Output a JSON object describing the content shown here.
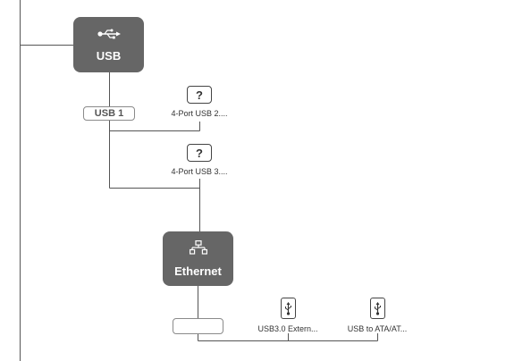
{
  "nodes": {
    "usb": {
      "label": "USB",
      "icon": "usb-icon"
    },
    "ethernet": {
      "label": "Ethernet",
      "icon": "network-icon"
    }
  },
  "ports": {
    "usb1": {
      "label": "USB 1"
    },
    "eth_port": {
      "label": ""
    }
  },
  "devices": [
    {
      "label": "4-Port USB 2....",
      "icon": "unknown-device-icon",
      "glyph": "?"
    },
    {
      "label": "4-Port USB 3....",
      "icon": "unknown-device-icon",
      "glyph": "?"
    },
    {
      "label": "USB3.0 Extern...",
      "icon": "usb-device-icon"
    },
    {
      "label": "USB to ATA/AT...",
      "icon": "usb-device-icon"
    }
  ],
  "colors": {
    "node_fill": "#666666",
    "line": "#555555"
  }
}
